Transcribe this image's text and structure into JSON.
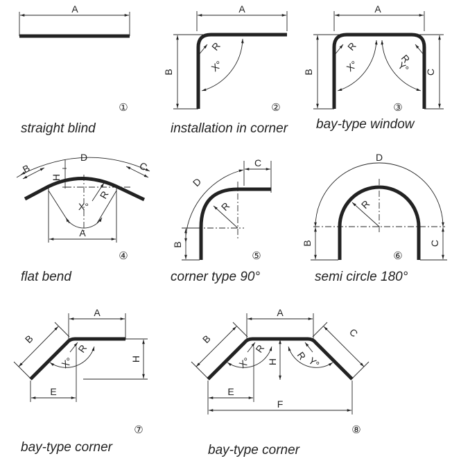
{
  "diagrams": [
    {
      "number": "①",
      "caption": "straight blind",
      "labels": [
        "A"
      ]
    },
    {
      "number": "②",
      "caption": "installation in corner",
      "labels": [
        "A",
        "B",
        "R",
        "X°"
      ]
    },
    {
      "number": "③",
      "caption": "bay-type window",
      "labels": [
        "A",
        "B",
        "C",
        "R",
        "R",
        "X°",
        "Y°"
      ]
    },
    {
      "number": "④",
      "caption": "flat bend",
      "labels": [
        "D",
        "B",
        "H",
        "C",
        "R",
        "X°",
        "A"
      ]
    },
    {
      "number": "⑤",
      "caption": "corner type 90°",
      "labels": [
        "D",
        "C",
        "R",
        "B"
      ]
    },
    {
      "number": "⑥",
      "caption": "semi circle 180°",
      "labels": [
        "D",
        "R",
        "B",
        "C"
      ]
    },
    {
      "number": "⑦",
      "caption": "bay-type corner",
      "labels": [
        "A",
        "B",
        "H",
        "R",
        "X°",
        "E"
      ]
    },
    {
      "number": "⑧",
      "caption": "bay-type corner",
      "labels": [
        "A",
        "B",
        "C",
        "H",
        "R",
        "R",
        "X°",
        "Y°",
        "E",
        "F"
      ]
    }
  ]
}
